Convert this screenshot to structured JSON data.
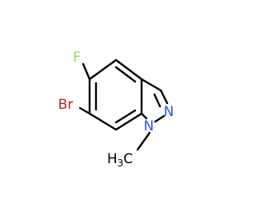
{
  "molecule": {
    "atoms": {
      "fluorine": {
        "text": "F",
        "color": "#90e050"
      },
      "bromine": {
        "text": "Br",
        "color": "#a52a2a"
      },
      "nitrogen_imine": {
        "text": "N",
        "color": "#3050f8"
      },
      "nitrogen_methylated": {
        "text": "N",
        "color": "#3050f8"
      },
      "methyl": {
        "text": "H",
        "subscript": "3",
        "suffix": "C",
        "color": "#000000"
      }
    },
    "bond_color": "#000000"
  }
}
